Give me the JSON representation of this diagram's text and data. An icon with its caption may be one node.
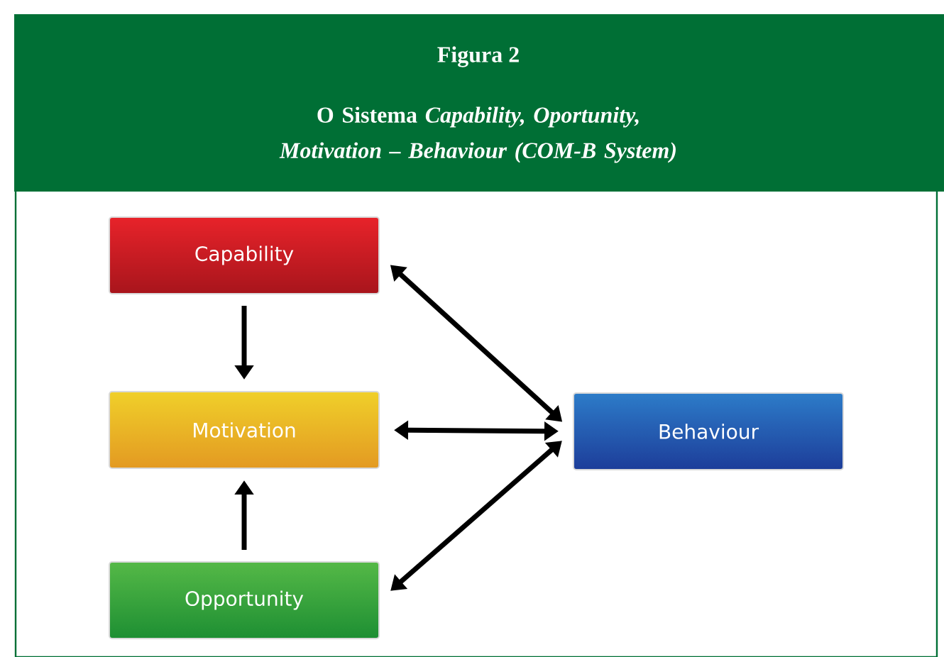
{
  "diagram": {
    "title": "O Sistema *Capability, Oportunity, Motivation – Behaviour (COM-B System)*",
    "labels": [
      "Figura 2"
    ],
    "nodes": [
      {
        "text": [
          "Capability"
        ]
      },
      {
        "text": [
          "Motivation"
        ]
      },
      {
        "text": [
          "Opportunity"
        ]
      },
      {
        "text": [
          "Behaviour"
        ]
      }
    ],
    "edges": [
      {
        "from": 0,
        "to": 1,
        "arrow": "to"
      },
      {
        "from": 2,
        "to": 1,
        "arrow": "to"
      },
      {
        "from": 0,
        "to": 3,
        "arrow": "both"
      },
      {
        "from": 1,
        "to": 3,
        "arrow": "both"
      },
      {
        "from": 2,
        "to": 3,
        "arrow": "both"
      }
    ]
  }
}
